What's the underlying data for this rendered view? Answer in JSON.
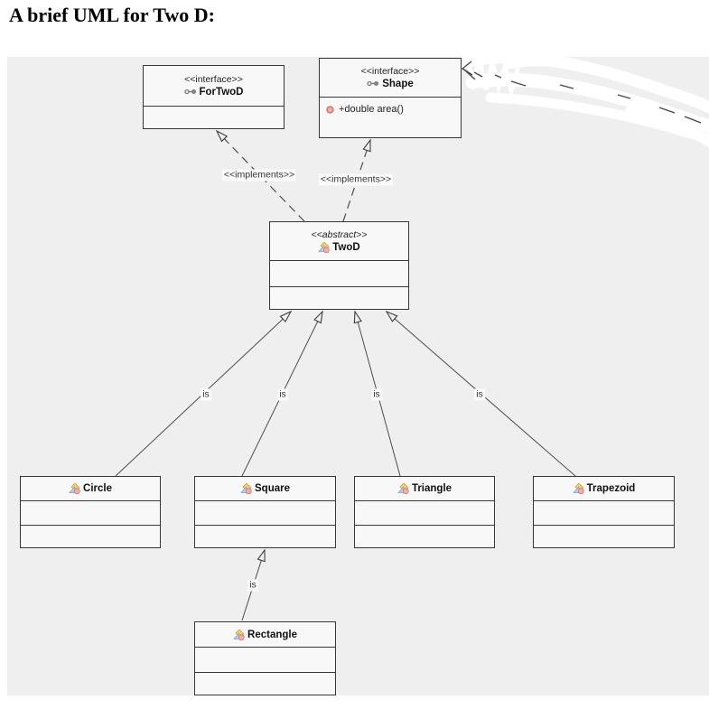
{
  "page": {
    "title": "A brief UML for Two D:"
  },
  "nodes": {
    "fortwod": {
      "stereotype": "<<interface>>",
      "name": "ForTwoD"
    },
    "shape": {
      "stereotype": "<<interface>>",
      "name": "Shape",
      "methods": [
        "+double area()"
      ]
    },
    "twod": {
      "stereotype": "<<abstract>>",
      "name": "TwoD"
    },
    "circle": {
      "name": "Circle"
    },
    "square": {
      "name": "Square"
    },
    "triangle": {
      "name": "Triangle"
    },
    "trapezoid": {
      "name": "Trapezoid"
    },
    "rectangle": {
      "name": "Rectangle"
    }
  },
  "edges": {
    "implements_fortwod": "<<implements>>",
    "implements_shape": "<<implements>>",
    "is_circle": "is",
    "is_square": "is",
    "is_triangle": "is",
    "is_trapezoid": "is",
    "is_rectangle": "is"
  },
  "icons": {
    "interface_icon": "two-linked-circles",
    "class_icon": "yellow-diamond-blue-wedge-pink-dot",
    "method_icon": "pink-circle"
  },
  "colors": {
    "diagram_background": "#efefef",
    "node_fill": "#f8f8f8",
    "node_border": "#363636",
    "edge_line": "#4d4d4d",
    "method_icon_fill": "#f5a9a2",
    "method_icon_border": "#b85c55",
    "scribble": "#ffffff"
  }
}
